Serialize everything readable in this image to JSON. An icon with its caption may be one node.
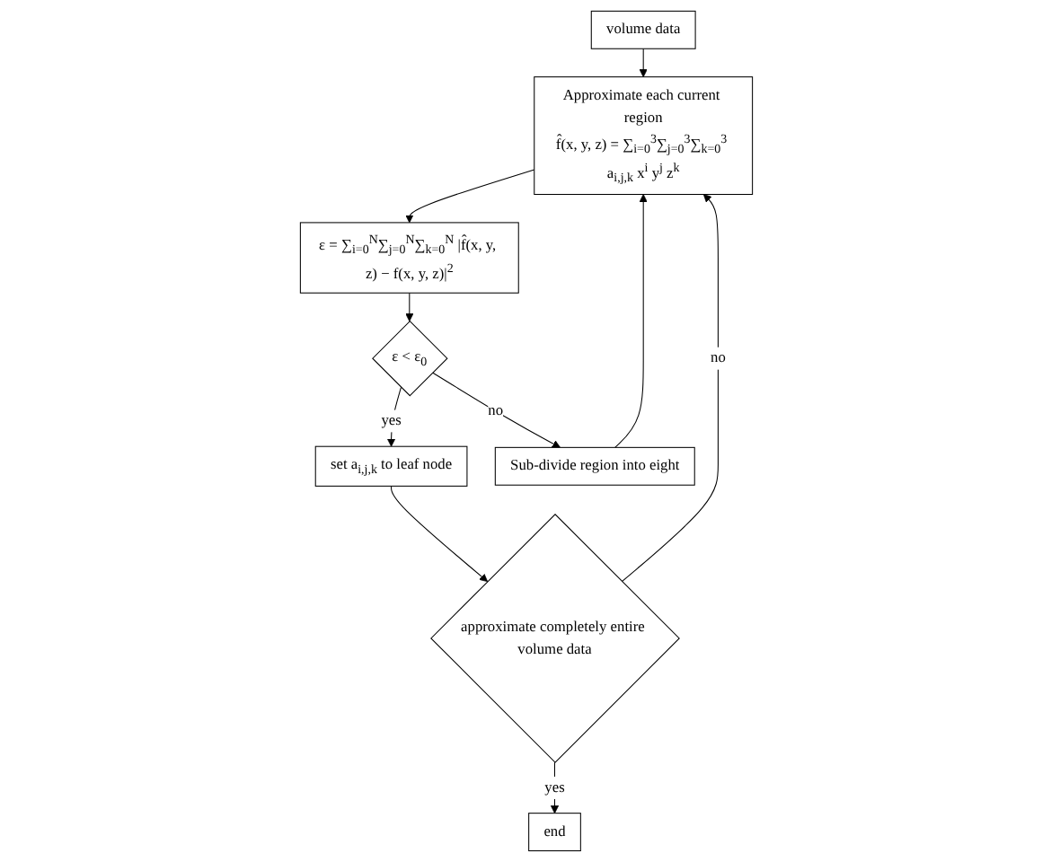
{
  "diagram": {
    "nodes": [
      {
        "text": [
          "volume data"
        ]
      },
      {
        "text": [
          "Approximate each current region",
          "f̂(x, y, z) = ∑$_{i=0}$$^{3}$∑$_{j=0}$$^{3}$∑$_{k=0}$$^{3}$ a$_{i,j,k}$ x$^{i}$ y$^{j}$ z$^{k}$"
        ]
      },
      {
        "text": [
          "ε = ∑$_{i=0}$$^{N}$∑$_{j=0}$$^{N}$∑$_{k=0}$$^{N}$ |f̂(x, y, z) − f(x, y, z)|$^{2}$"
        ]
      },
      {
        "text": [
          "ε < ε$_{0}$"
        ]
      },
      {
        "text": [
          "set a$_{i,j,k}$ to leaf node"
        ]
      },
      {
        "text": [
          "approximate completely entire volume data"
        ]
      },
      {
        "text": [
          "Sub-divide region into eight"
        ]
      },
      {
        "text": [
          "end"
        ]
      }
    ],
    "edges": [
      {
        "from": 0,
        "to": 1,
        "arrow": "to"
      },
      {
        "from": 1,
        "to": 2,
        "arrow": "to"
      },
      {
        "from": 2,
        "to": 3,
        "arrow": "to"
      },
      {
        "from": 3,
        "to": 4,
        "label": "yes",
        "arrow": "to"
      },
      {
        "from": 3,
        "to": 6,
        "label": "no",
        "arrow": "to"
      },
      {
        "from": 4,
        "to": 5,
        "arrow": "to"
      },
      {
        "from": 5,
        "to": 7,
        "label": "yes",
        "arrow": "to"
      },
      {
        "from": 6,
        "to": 1,
        "arrow": "to"
      },
      {
        "from": 5,
        "to": 1,
        "label": "no",
        "arrow": "to"
      }
    ]
  }
}
